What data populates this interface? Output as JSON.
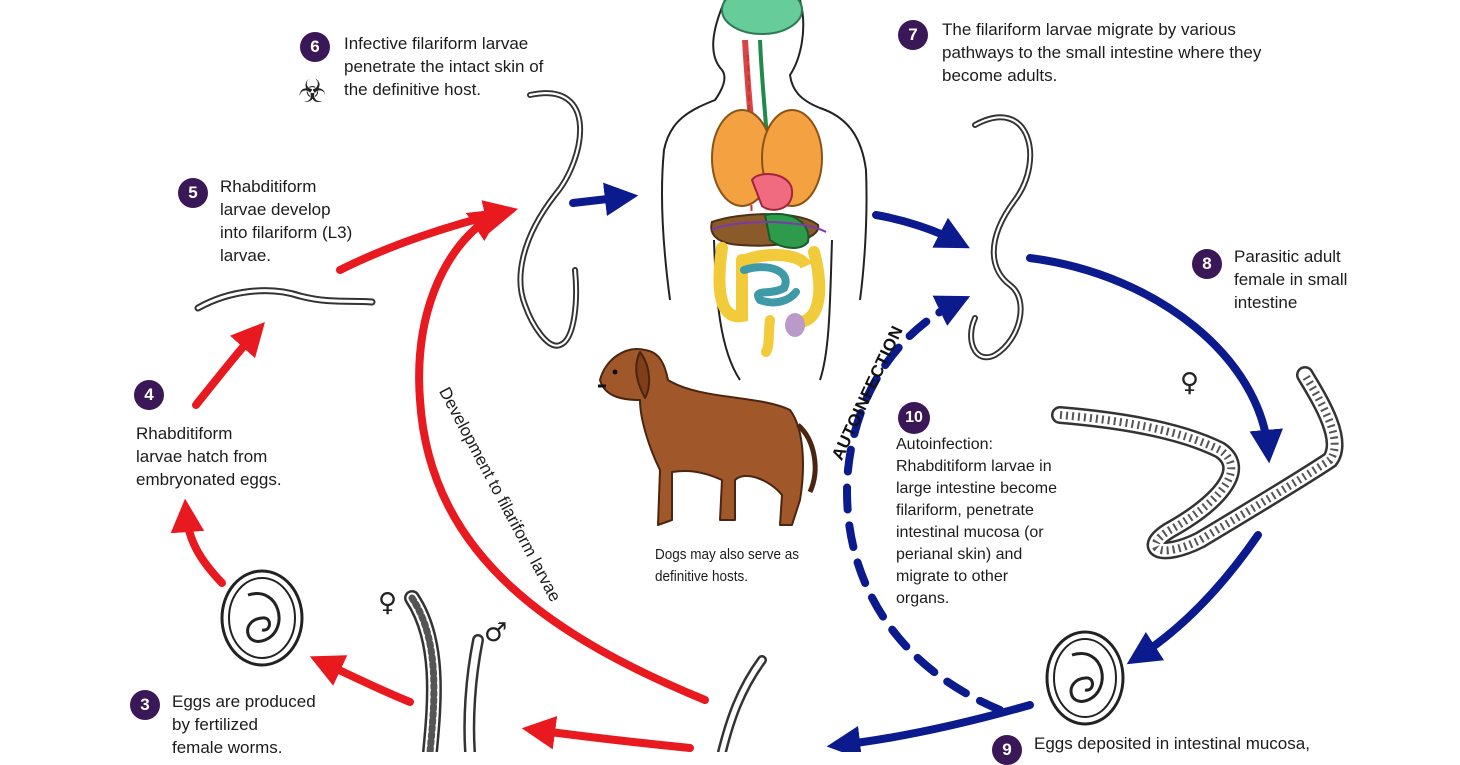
{
  "steps": {
    "s3": {
      "num": "3",
      "lines": [
        "Eggs are produced",
        "by fertilized",
        "female worms."
      ]
    },
    "s4": {
      "num": "4",
      "lines": [
        "Rhabditiform",
        "larvae hatch from",
        "embryonated eggs."
      ]
    },
    "s5": {
      "num": "5",
      "lines": [
        "Rhabditiform",
        "larvae develop",
        "into filariform (L3)",
        "larvae."
      ]
    },
    "s6": {
      "num": "6",
      "lines": [
        "Infective filariform larvae",
        "penetrate the intact skin of",
        "the definitive host."
      ]
    },
    "s7": {
      "num": "7",
      "lines": [
        "The filariform larvae migrate by various",
        "pathways to the small intestine where they",
        "become adults."
      ]
    },
    "s8": {
      "num": "8",
      "lines": [
        "Parasitic adult",
        "female in small",
        "intestine"
      ]
    },
    "s9": {
      "num": "9",
      "lines": [
        "Eggs deposited in intestinal mucosa,"
      ]
    },
    "s10": {
      "num": "10",
      "lines": [
        "Autoinfection:",
        "Rhabditiform larvae in",
        "large intestine become",
        "filariform, penetrate",
        "intestinal mucosa (or",
        "perianal skin) and",
        "migrate to other",
        "organs."
      ]
    }
  },
  "dog_caption": [
    "Dogs may also serve as",
    "definitive hosts."
  ],
  "development_label": "Development to filariform larvae",
  "autoinfection_label": "AUTOINFECTION",
  "symbols": {
    "female": "♀",
    "male": "♂",
    "biohazard": "☣"
  },
  "colors": {
    "badge": "#3a1757",
    "red_arrow": "#e8191f",
    "blue_arrow": "#0b1a8c",
    "dog": "#a0572a"
  }
}
